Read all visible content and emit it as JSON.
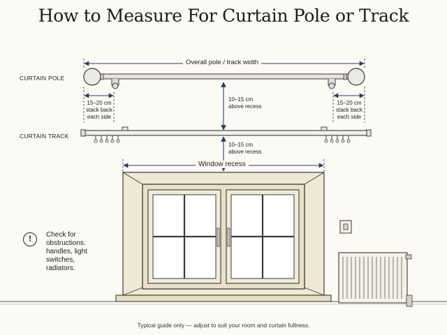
{
  "title": "How to Measure For Curtain Pole or Track",
  "labels": {
    "curtain_pole": "CURTAIN POLE",
    "curtain_track": "CURTAIN TRACK"
  },
  "measurements": {
    "overall_width": "Overall pole / track width",
    "stack_back_left": [
      "15–20 cm",
      "stack back",
      "each side"
    ],
    "stack_back_right": [
      "15–20 cm",
      "stack back",
      "each side"
    ],
    "pole_above_recess": [
      "10–15 cm",
      "above recess"
    ],
    "track_above_recess": [
      "10–15 cm",
      "above recess"
    ],
    "window_recess": "Window recess"
  },
  "note": {
    "icon": "exclamation-icon",
    "lines": [
      "Check for",
      "obstructions:",
      "handles, light",
      "switches,",
      "radiators."
    ]
  },
  "footer": "Typical guide only — adjust to suit your room and curtain fullness.",
  "colors": {
    "dimension_line": "#2b3b6a",
    "line_art": "#3a3a3a",
    "wall_cream": "#efe9d4",
    "background": "#fbfaf5"
  }
}
